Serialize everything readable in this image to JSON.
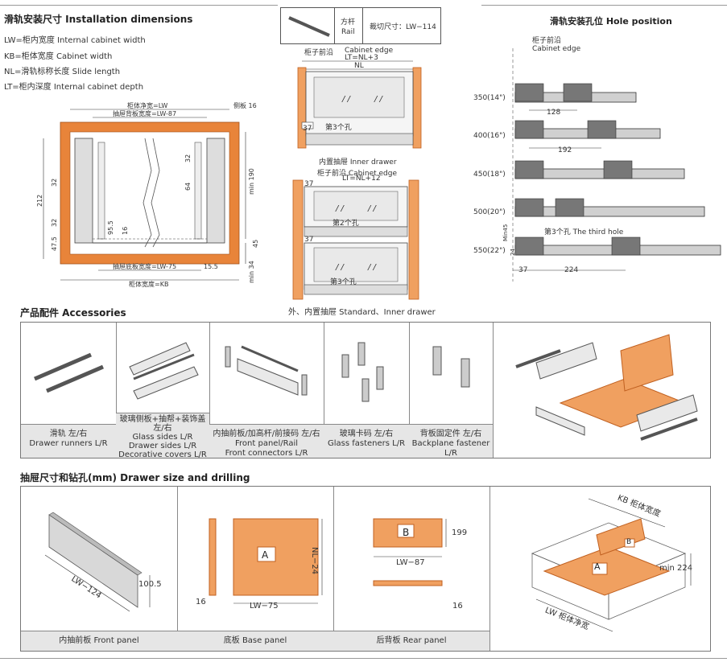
{
  "install": {
    "title": "滑轨安装尺寸 Installation dimensions",
    "defs": [
      "LW=柜内宽度  Internal cabinet width",
      "KB=柜体宽度  Cabinet width",
      "NL=滑轨标称长度  Slide length",
      "LT=柜内深度  Internal cabinet depth"
    ],
    "dims": {
      "lw": "柜体净宽=LW",
      "side": "侧板 16",
      "back_width": "抽屉背板宽度=LW-87",
      "base_width": "抽屉底板宽度=LW-75",
      "kb": "柜体宽度=KB",
      "min190": "min 190",
      "min34": "min 34",
      "d212": "212",
      "d475": "47.5",
      "d32a": "32",
      "d32b": "32",
      "d32c": "32",
      "d64": "64",
      "d955": "95.5",
      "d16": "16",
      "d45": "45",
      "d155": "15.5"
    }
  },
  "rail": {
    "label_cn": "方杆",
    "label_en": "Rail",
    "cut": "裁切尺寸：LW−114"
  },
  "inner": {
    "cabinet_edge_cn": "柜子前沿",
    "cabinet_edge_en": "Cabinet edge",
    "lt": "LT=NL+3",
    "nl": "NL",
    "d37": "37",
    "third": "第3个孔",
    "caption": "内置抽屉 Inner drawer"
  },
  "outer": {
    "cabinet_edge": "柜子前沿 Cabinet edge",
    "lt": "LT=NL+12",
    "d37a": "37",
    "second": "第2个孔",
    "d37b": "37",
    "third": "第3个孔",
    "caption": "外、内置抽屉 Standard、Inner drawer"
  },
  "hole": {
    "title": "滑轨安装孔位 Hole position",
    "edge_cn": "柜子前沿",
    "edge_en": "Cabinet edge",
    "sizes": [
      "350(14\")",
      "400(16\")",
      "450(18\")",
      "500(20\")",
      "550(22\")"
    ],
    "d128": "128",
    "d192": "192",
    "third": "第3个孔  The third hole",
    "min45": "Min45",
    "d24": "24",
    "d37": "37",
    "d224": "224"
  },
  "accessories": {
    "title": "产品配件 Accessories",
    "items": [
      {
        "cn": "滑轨  左/右",
        "en1": "Drawer runners  L/R",
        "en2": "",
        "en3": ""
      },
      {
        "cn": "玻璃侧板+抽帮+装饰盖  左/右",
        "en1": "Glass sides  L/R",
        "en2": "Drawer sides  L/R",
        "en3": "Decorative covers  L/R"
      },
      {
        "cn": "内抽前板/加高杆/前接码  左/右",
        "en1": "Front panel/Rail",
        "en2": "Front connectors  L/R",
        "en3": ""
      },
      {
        "cn": "玻璃卡码  左/右",
        "en1": "Glass fasteners  L/R",
        "en2": "",
        "en3": ""
      },
      {
        "cn": "背板固定件  左/右",
        "en1": "Backplane fastener  L/R",
        "en2": "",
        "en3": ""
      }
    ]
  },
  "drilling": {
    "title": "抽屉尺寸和钻孔(mm)  Drawer size and drilling",
    "front": {
      "caption": "内抽前板   Front panel",
      "lw": "LW−124",
      "h": "100.5"
    },
    "base": {
      "caption": "底板   Base panel",
      "letter": "A",
      "nl": "NL−24",
      "t": "16",
      "w": "LW−75"
    },
    "rear": {
      "caption": "后背板   Rear panel",
      "letter": "B",
      "h": "199",
      "w": "LW−87",
      "t": "16"
    },
    "box": {
      "kb": "KB 柜体宽度",
      "a": "A",
      "b": "B",
      "min": "min 224",
      "lw": "LW 柜体净宽"
    }
  },
  "colors": {
    "orange": "#f0a060",
    "wood": "#e8843a",
    "gray": "#d0d0d0",
    "caption_bg": "#e6e6e6"
  }
}
